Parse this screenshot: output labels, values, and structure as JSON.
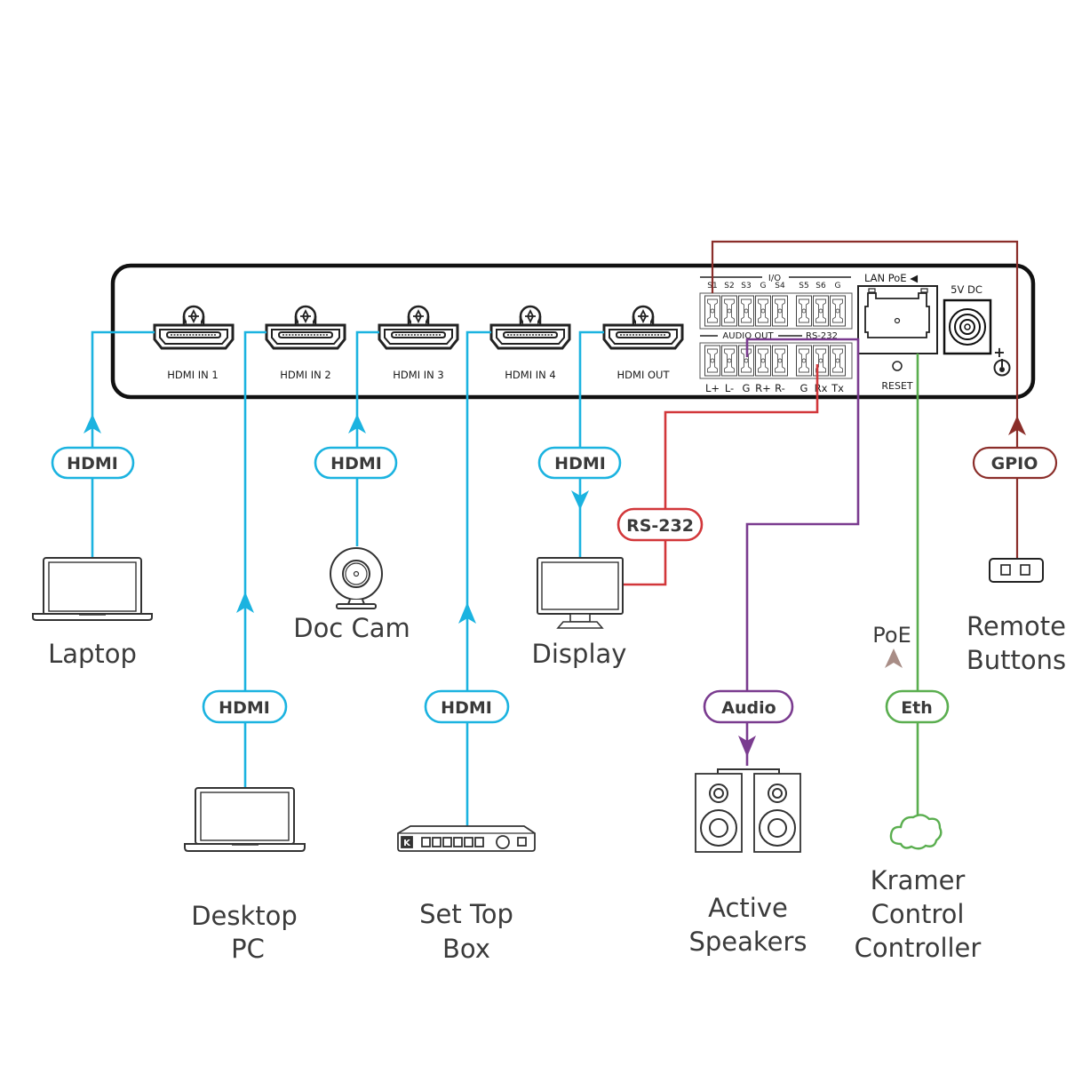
{
  "colors": {
    "hdmi": "#1bb3e0",
    "rs232": "#d2373a",
    "audio": "#7a3b8f",
    "eth": "#5aae4f",
    "gpio": "#8b2e2a",
    "poe_arrow": "#a88d86",
    "device_outline": "#222222",
    "text": "#3b3b3b"
  },
  "device": {
    "ports": {
      "hdmi_in_1": "HDMI  IN 1",
      "hdmi_in_2": "HDMI  IN 2",
      "hdmi_in_3": "HDMI  IN 3",
      "hdmi_in_4": "HDMI  IN 4",
      "hdmi_out": "HDMI  OUT"
    },
    "io_label": "I/O",
    "io_pins": [
      "S1",
      "S2",
      "S3",
      "G",
      "S4",
      "S5",
      "S6",
      "G"
    ],
    "audio_out_label": "AUDIO OUT",
    "rs232_label": "RS-232",
    "audio_pins": [
      "L+",
      "L-",
      "G",
      "R+",
      "R-"
    ],
    "rs232_pins": [
      "G",
      "Rx",
      "Tx"
    ],
    "lan_label": "LAN PoE ◀",
    "reset_label": "RESET",
    "power_label": "5V DC",
    "power_plus": "+"
  },
  "connections": {
    "laptop": "HDMI",
    "desktop": "HDMI",
    "doccam": "HDMI",
    "settop": "HDMI",
    "display": "HDMI",
    "rs232": "RS-232",
    "audio": "Audio",
    "eth": "Eth",
    "gpio": "GPIO",
    "poe": "PoE"
  },
  "devices": {
    "laptop": [
      "Laptop"
    ],
    "desktop": [
      "Desktop",
      "PC"
    ],
    "doccam": [
      "Doc Cam"
    ],
    "settop": [
      "Set Top",
      "Box"
    ],
    "display": [
      "Display"
    ],
    "speakers": [
      "Active",
      "Speakers"
    ],
    "controller": [
      "Kramer",
      "Control",
      "Controller"
    ],
    "remote": [
      "Remote",
      "Buttons"
    ]
  }
}
